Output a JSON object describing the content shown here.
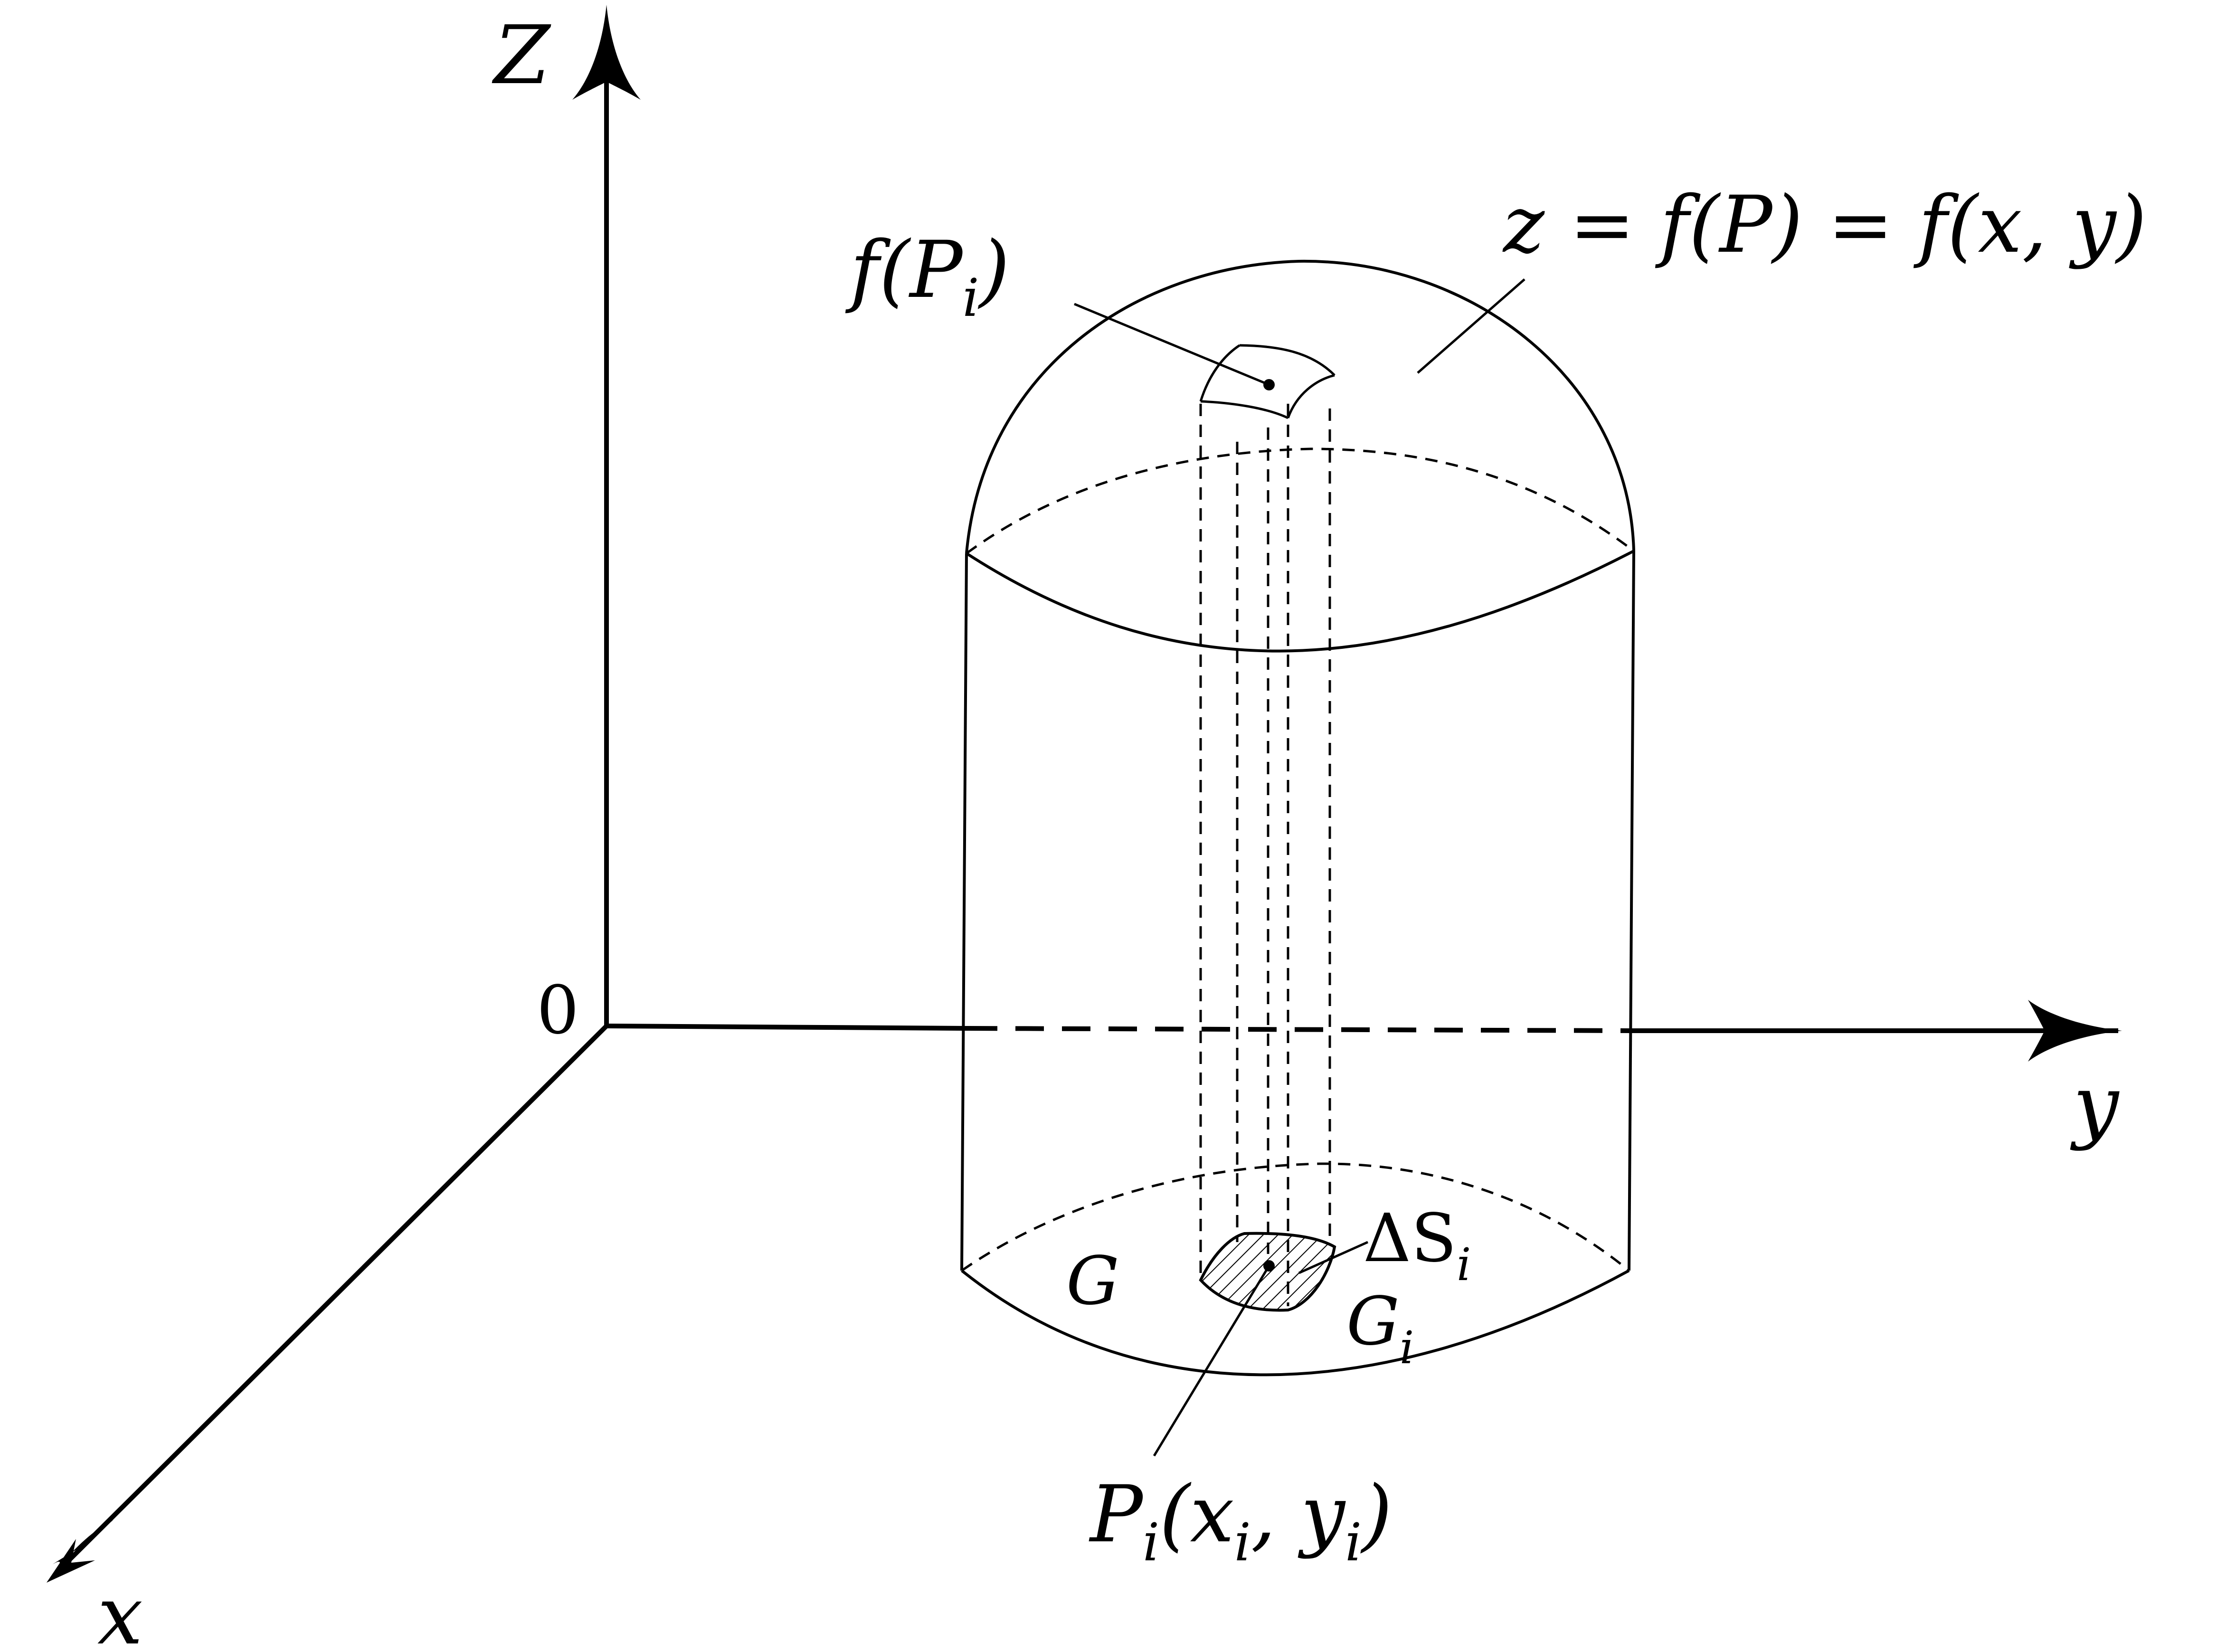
{
  "labels": {
    "z_axis": "Z",
    "y_axis": "y",
    "x_axis": "x",
    "origin": "0",
    "surface_eq": "z = f(P) = f(x, y)",
    "f_Pi_pre": "f(P",
    "f_Pi_sub": "i",
    "f_Pi_post": ")",
    "region_G": "G",
    "Gi_main": "G",
    "Gi_sub": "i",
    "delta_main": "ΔS",
    "delta_sub": "i",
    "Pi_P": "P",
    "Pi_sub1": "i",
    "Pi_mid1": "(x",
    "Pi_sub2": "i",
    "Pi_mid2": ", y",
    "Pi_sub3": "i",
    "Pi_end": ")"
  }
}
